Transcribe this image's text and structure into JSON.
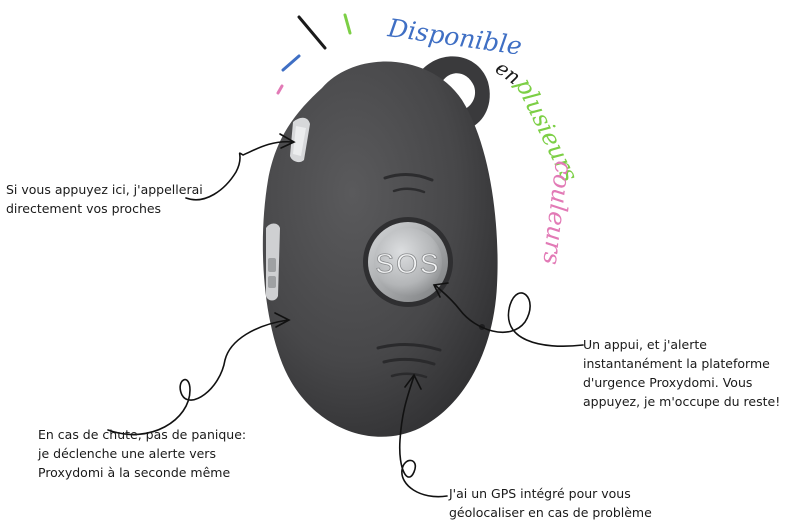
{
  "tagline": {
    "word1": "Disponible",
    "word2": "en",
    "word3": "plusieurs",
    "word4": "couleurs",
    "colors": {
      "word1": "#3f6fc4",
      "word2": "#1a1a1a",
      "word3": "#7ccf45",
      "word4": "#e27ab6"
    }
  },
  "device": {
    "sos_label": "SOS",
    "body_color": "#4b4b4d",
    "button_color": "#b9bbbd"
  },
  "annotations": {
    "call_button": {
      "line1": "Si vous appuyez ici, j'appellerai",
      "line2": "directement vos proches"
    },
    "sos_button": {
      "line1": "Un appui, et j'alerte",
      "line2": "instantanément la plateforme",
      "line3": "d'urgence Proxydomi. Vous",
      "line4": "appuyez, je m'occupe du reste!"
    },
    "fall_detection": {
      "line1": "En cas de chute, pas de panique:",
      "line2": "je déclenche une alerte vers",
      "line3": "Proxydomi à la seconde même"
    },
    "gps": {
      "line1": "J'ai un GPS intégré pour vous",
      "line2": "géolocaliser en cas de problème"
    }
  },
  "decor_colors": [
    "#e27ab6",
    "#3f6fc4",
    "#1a1a1a",
    "#7ccf45"
  ]
}
